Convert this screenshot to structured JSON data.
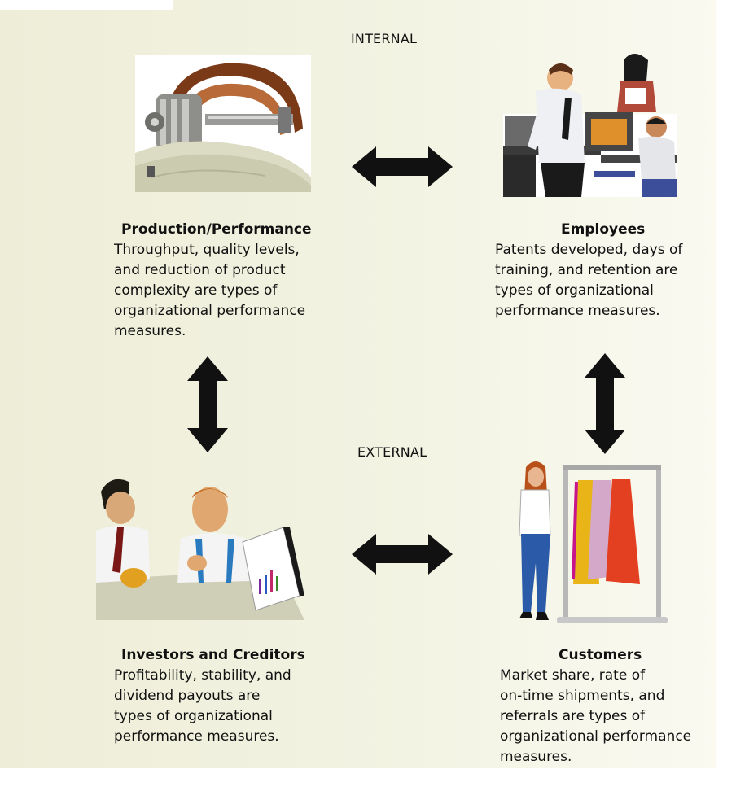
{
  "zones": {
    "internal": "INTERNAL",
    "external": "EXTERNAL"
  },
  "cards": {
    "production": {
      "title": "Production/Performance",
      "lines": [
        "Throughput, quality levels,",
        "and reduction of product",
        "complexity are types of",
        "organizational performance",
        "measures."
      ],
      "icon": "machine-roller-icon"
    },
    "employees": {
      "title": "Employees",
      "lines": [
        "Patents developed, days of",
        "training, and retention are",
        "types of organizational",
        "performance measures."
      ],
      "icon": "office-workers-icon"
    },
    "investors": {
      "title": "Investors and Creditors",
      "lines": [
        "Profitability, stability, and",
        "dividend payouts are",
        "types of organizational",
        "performance measures."
      ],
      "icon": "business-meeting-icon"
    },
    "customers": {
      "title": "Customers",
      "lines": [
        "Market share, rate of",
        "on-time shipments, and",
        "referrals are types of",
        "organizational performance",
        "measures."
      ],
      "icon": "shopper-clothing-rack-icon"
    }
  },
  "colors": {
    "arrow": "#111111",
    "background": "#f0f0e0"
  }
}
